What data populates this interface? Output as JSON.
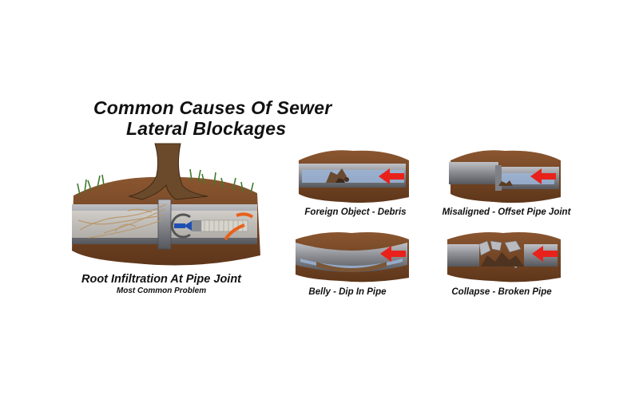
{
  "title": {
    "line1": "Common Causes Of Sewer",
    "line2": "Lateral Blockages"
  },
  "main_panel": {
    "caption": "Root Infiltration At Pipe Joint",
    "subcaption": "Most Common Problem"
  },
  "panels": [
    {
      "caption": "Foreign Object - Debris"
    },
    {
      "caption": "Misaligned - Offset Pipe Joint"
    },
    {
      "caption": "Belly - Dip In Pipe"
    },
    {
      "caption": "Collapse - Broken Pipe"
    }
  ],
  "icons": {
    "flow_arrow": "red-arrow-icon",
    "camera": "sewer-camera-icon",
    "tree": "tree-trunk-icon"
  },
  "colors": {
    "soil": "#7a4a26",
    "pipe": "#8f9096",
    "water": "#9bb4d6",
    "arrow": "#e8221b"
  }
}
